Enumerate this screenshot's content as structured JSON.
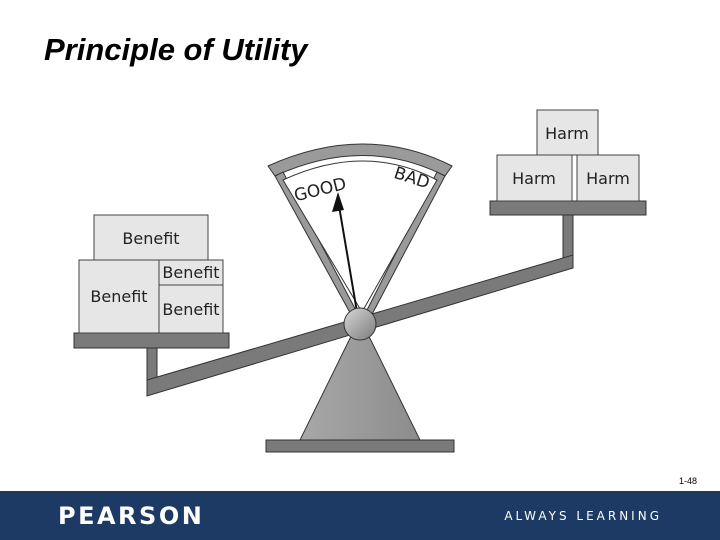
{
  "slide": {
    "title": "Principle of Utility",
    "number": "1-48"
  },
  "diagram": {
    "gauge": {
      "left_label": "GOOD",
      "right_label": "BAD"
    },
    "left_pan": {
      "boxes": [
        "Benefit",
        "Benefit",
        "Benefit",
        "Benefit"
      ]
    },
    "right_pan": {
      "boxes": [
        "Harm",
        "Harm",
        "Harm"
      ]
    }
  },
  "footer": {
    "logo": "PEARSON",
    "tagline": "ALWAYS LEARNING"
  },
  "colors": {
    "footer_bg": "#1c3a64",
    "box_fill": "#e6e6e6",
    "structure_gray": "#7a7a7a"
  }
}
